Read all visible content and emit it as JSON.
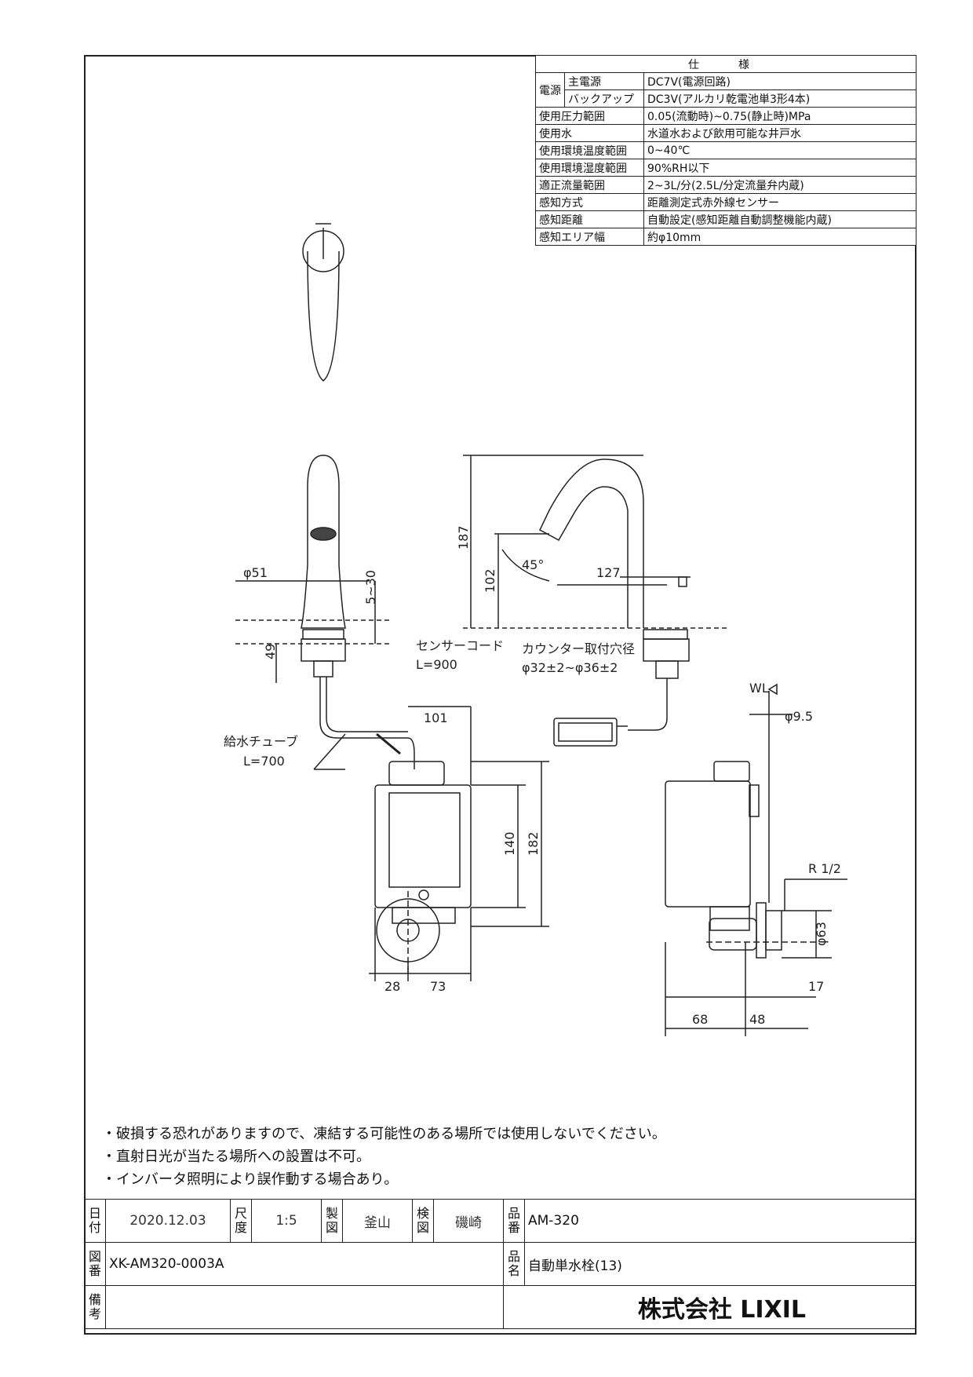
{
  "spec_table": {
    "header": "仕　様",
    "rows": [
      {
        "group": "電源",
        "label": "主電源",
        "value": "DC7V(電源回路)"
      },
      {
        "group": "",
        "label": "バックアップ",
        "value": "DC3V(アルカリ乾電池単3形4本)"
      },
      {
        "label": "使用圧力範囲",
        "value": "0.05(流動時)~0.75(静止時)MPa"
      },
      {
        "label": "使用水",
        "value": "水道水および飲用可能な井戸水"
      },
      {
        "label": "使用環境温度範囲",
        "value": "0~40℃"
      },
      {
        "label": "使用環境湿度範囲",
        "value": "90%RH以下"
      },
      {
        "label": "適正流量範囲",
        "value": "2~3L/分(2.5L/分定流量弁内蔵)"
      },
      {
        "label": "感知方式",
        "value": "距離測定式赤外線センサー"
      },
      {
        "label": "感知距離",
        "value": "自動設定(感知距離自動調整機能内蔵)"
      },
      {
        "label": "感知エリア幅",
        "value": "約φ10mm"
      }
    ]
  },
  "dimensions": {
    "d51": "φ51",
    "d5_30": "5~30",
    "d49": "49",
    "d187": "187",
    "d102": "102",
    "d45": "45°",
    "d127": "127",
    "d101": "101",
    "d140": "140",
    "d182": "182",
    "d28": "28",
    "d73": "73",
    "d95": "φ9.5",
    "r12": "R 1/2",
    "d63": "φ63",
    "d17": "17",
    "d68": "68",
    "d48": "48",
    "wl": "WL"
  },
  "callouts": {
    "sensor_cord": "センサーコード",
    "sensor_cord_len": "L=900",
    "counter_hole": "カウンター取付穴径",
    "counter_hole_size": "φ32±2~φ36±2",
    "supply_tube": "給水チューブ",
    "supply_tube_len": "L=700"
  },
  "notes": [
    "・破損する恐れがありますので、凍結する可能性のある場所では使用しないでください。",
    "・直射日光が当たる場所への設置は不可。",
    "・インバータ照明により誤作動する場合あり。"
  ],
  "title_block": {
    "date_label": "日付",
    "date": "2020.12.03",
    "scale_label": "尺度",
    "scale": "1:5",
    "drawn_label": "製図",
    "drawn": "釜山",
    "check_label": "検図",
    "check": "磯崎",
    "part_no_label": "品番",
    "part_no": "AM-320",
    "drawing_no_label": "図番",
    "drawing_no": "XK-AM320-0003A",
    "name_label": "品名",
    "name": "自動単水栓(13)",
    "remarks_label": "備考",
    "remarks": "",
    "company": "株式会社 LIXIL"
  }
}
